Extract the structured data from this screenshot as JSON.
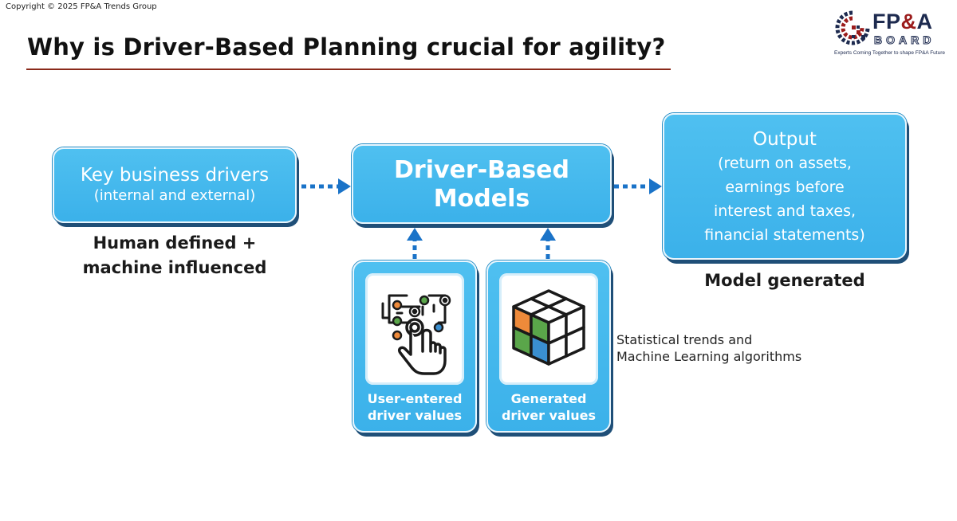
{
  "copyright": "Copyright © 2025 FP&A Trends Group",
  "title": "Why is Driver-Based Planning crucial for agility?",
  "logo": {
    "fp": "FP",
    "amp": "&",
    "a": "A",
    "board": "BOARD",
    "tagline": "Experts Coming Together to shape FP&A Future"
  },
  "drivers_box": {
    "line1": "Key business drivers",
    "line2": "(internal and external)"
  },
  "models_box": {
    "line1": "Driver-Based",
    "line2": "Models"
  },
  "output_box": {
    "line1": "Output",
    "lines": [
      "(return on assets,",
      "earnings before",
      "interest and taxes,",
      "financial statements)"
    ]
  },
  "captions": {
    "human_line1": "Human defined +",
    "human_line2": "machine influenced",
    "model": "Model generated"
  },
  "cards": {
    "user": {
      "line1": "User-entered",
      "line2": "driver values",
      "icon": "hand-pointer-network-icon"
    },
    "generated": {
      "line1": "Generated",
      "line2": "driver values",
      "icon": "rubiks-cube-icon"
    }
  },
  "side_note": {
    "line1": "Statistical trends and",
    "line2": "Machine Learning algorithms"
  },
  "colors": {
    "box_fill": "#3bb1ea",
    "box_shadow": "#1f4f78",
    "arrow": "#1a73c8",
    "title_rule": "#8a2a1a",
    "logo_navy": "#1d2a4f",
    "logo_red": "#9b1c1c"
  }
}
